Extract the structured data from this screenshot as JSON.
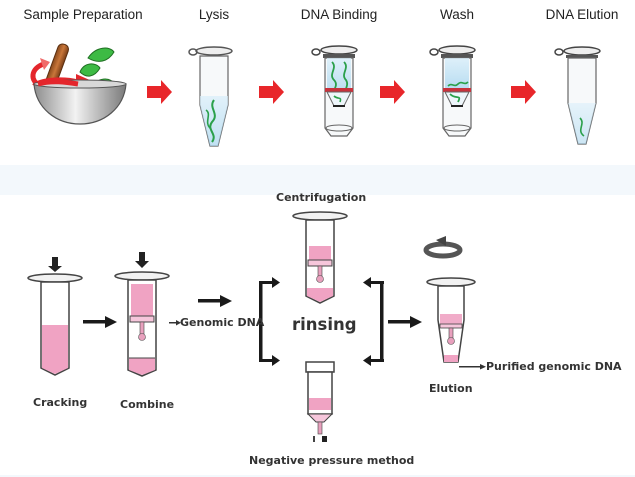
{
  "top_workflow": {
    "steps": [
      {
        "label": "Sample Preparation",
        "icon": "mortar-pestle-icon"
      },
      {
        "label": "Lysis",
        "icon": "lysis-tube-icon"
      },
      {
        "label": "DNA Binding",
        "icon": "binding-column-icon"
      },
      {
        "label": "Wash",
        "icon": "wash-column-icon"
      },
      {
        "label": "DNA Elution",
        "icon": "elution-tube-icon"
      }
    ],
    "arrow_color": "#e8262a"
  },
  "bottom_workflow": {
    "cracking_label": "Cracking",
    "combine_label": "Combine",
    "genomic_dna_label": "Genomic DNA",
    "centrifugation_label": "Centrifugation",
    "rinsing_label": "rinsing",
    "negative_pressure_label": "Negative pressure method",
    "elution_label": "Elution",
    "purified_label": "Purified genomic DNA",
    "liquid_color": "#f0a3c3",
    "arrow_color": "#1a1a1a"
  },
  "colors": {
    "band": "#f3f8fc",
    "dna_strand": "#2aa04a",
    "buffer_blue": "#bfe0f2",
    "membrane_red": "#c8323c"
  }
}
